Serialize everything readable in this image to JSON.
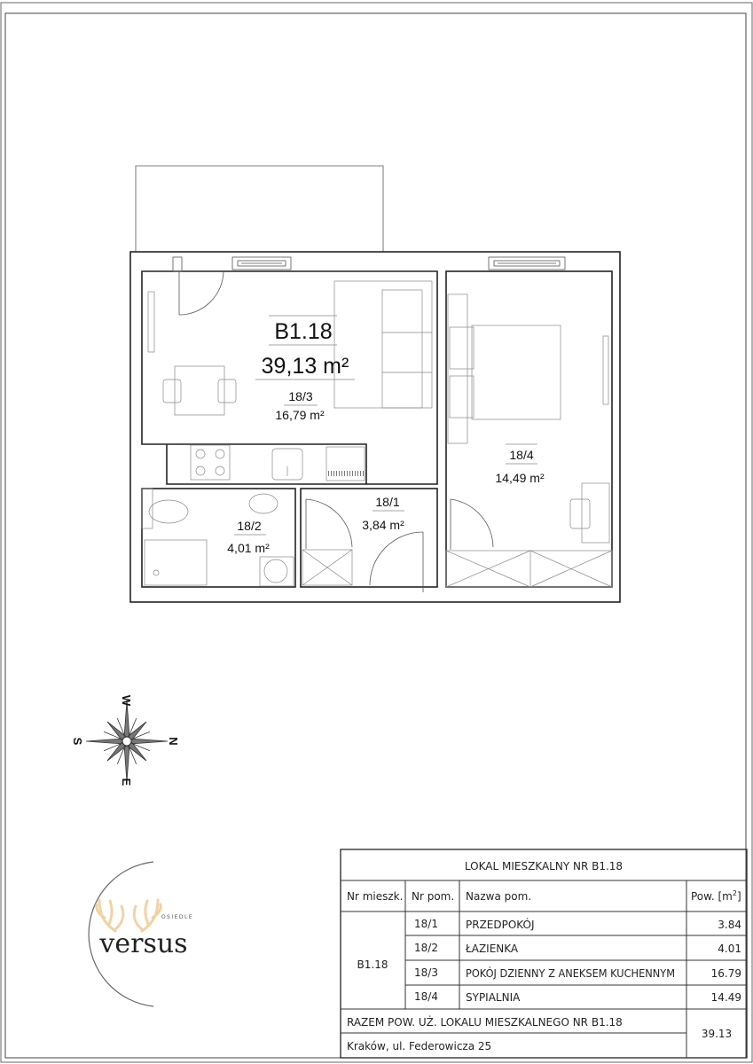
{
  "plan": {
    "unit_code": "B1.18",
    "unit_area": "39,13 m²",
    "rooms": [
      {
        "number": "18/3",
        "area": "16,79 m²"
      },
      {
        "number": "18/2",
        "area": "4,01 m²"
      },
      {
        "number": "18/1",
        "area": "3,84 m²"
      },
      {
        "number": "18/4",
        "area": "14,49 m²"
      }
    ]
  },
  "compass": {
    "n": "N",
    "s": "S",
    "e": "E",
    "w": "W"
  },
  "logo": {
    "small": "OSIEDLE",
    "name": "versus",
    "accent_color": "#f0d3a4"
  },
  "table": {
    "title": "LOKAL MIESZKALNY NR B1.18",
    "headers": {
      "unit": "Nr mieszk.",
      "room_no": "Nr pom.",
      "room_name": "Nazwa pom.",
      "area": "Pow. [m",
      "area_sup": "2",
      "area_close": "]"
    },
    "unit": "B1.18",
    "rows": [
      {
        "no": "18/1",
        "name": "PRZEDPOKÓJ",
        "area": "3.84"
      },
      {
        "no": "18/2",
        "name": "ŁAZIENKA",
        "area": "4.01"
      },
      {
        "no": "18/3",
        "name": "POKÓJ DZIENNY Z ANEKSEM KUCHENNYM",
        "area": "16.79"
      },
      {
        "no": "18/4",
        "name": "SYPIALNIA",
        "area": "14.49"
      }
    ],
    "total_label": "RAZEM POW. UŻ. LOKALU MIESZKALNEGO NR B1.18",
    "total": "39.13",
    "address": "Kraków, ul. Federowicza 25"
  }
}
